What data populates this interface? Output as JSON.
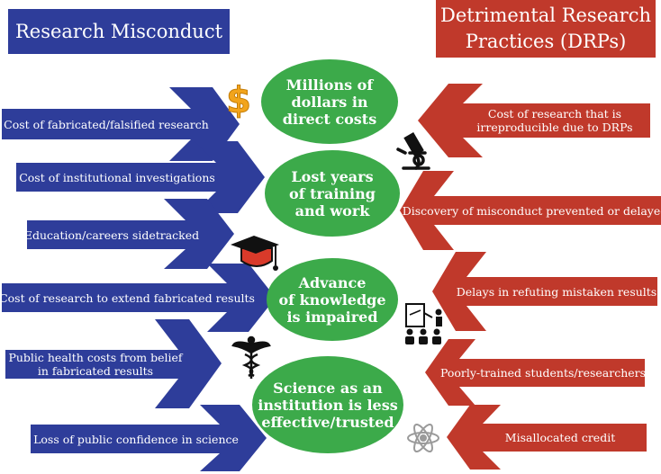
{
  "left_header": "Research Misconduct",
  "right_header_line1": "Detrimental Research",
  "right_header_line2": "Practices (DRPs)",
  "left_arrows": [
    "Cost of fabricated/falsified research",
    "Cost of institutional investigations",
    "Education/careers sidetracked",
    "Cost of research to extend fabricated results",
    "Public health costs from belief\nin fabricated results",
    "Loss of public confidence in science"
  ],
  "right_arrows": [
    "Cost of research that is\nirreproducible due to DRPs",
    "Discovery of misconduct prevented or delayed",
    "Delays in refuting mistaken results",
    "Poorly-trained students/researchers",
    "Misallocated credit"
  ],
  "outcomes": [
    "Millions of\ndollars in\ndirect costs",
    "Lost years\nof training\nand work",
    "Advance\nof knowledge\nis impaired",
    "Science as an\ninstitution is less\neffective/trusted"
  ],
  "icons": [
    "dollar-icon",
    "microscope-icon",
    "graduation-cap-icon",
    "presentation-icon",
    "caduceus-icon",
    "atom-icon"
  ],
  "colors": {
    "blue": "#2e3d9a",
    "red": "#c0392b",
    "green": "#3caa4a",
    "gold": "#f2a41c"
  }
}
